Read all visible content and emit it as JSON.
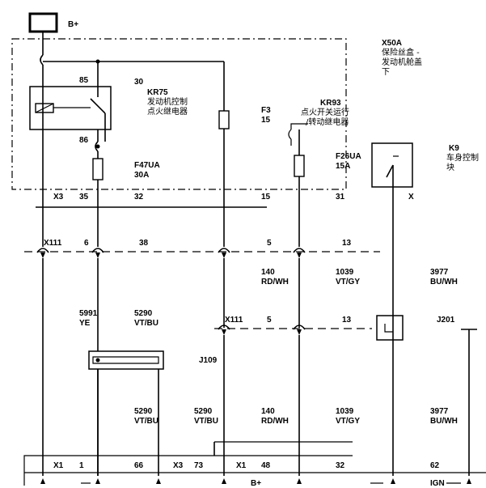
{
  "power": {
    "bplus_top": "B+",
    "bplus_bottom": "B+",
    "ign": "IGN"
  },
  "fuse_box": {
    "id": "X50A",
    "name": "保险丝盒 - 发动机舱盖下"
  },
  "relay_kr75": {
    "id": "KR75",
    "name": "发动机控制点火继电器",
    "pin_85": "85",
    "pin_30": "30",
    "pin_86": "86"
  },
  "relay_kr93": {
    "id": "KR93",
    "name": "点火开关运行/转动继电器"
  },
  "fuses": {
    "f47ua": {
      "id": "F47UA",
      "rating": "30A"
    },
    "f3": {
      "id": "F3",
      "rating": "15"
    },
    "f26ua": {
      "id": "F26UA",
      "rating": "15A"
    }
  },
  "module_k9": {
    "id": "K9",
    "name": "车身控制模块",
    "connector": "X"
  },
  "x3_top": {
    "label": "X3",
    "pins": [
      "35",
      "32",
      "15",
      "31"
    ]
  },
  "x111_a": {
    "label": "X111",
    "pins": [
      "6",
      "38",
      "5",
      "13"
    ]
  },
  "x111_b": {
    "label": "X111",
    "pins": [
      "5",
      "13"
    ]
  },
  "wires_upper": [
    {
      "circuit": "140",
      "color": "RD/WH"
    },
    {
      "circuit": "1039",
      "color": "VT/GY"
    },
    {
      "circuit": "3977",
      "color": "BU/WH"
    }
  ],
  "wires_mid": [
    {
      "circuit": "5991",
      "color": "YE"
    },
    {
      "circuit": "5290",
      "color": "VT/BU"
    }
  ],
  "wires_lower": [
    {
      "circuit": "5290",
      "color": "VT/BU"
    },
    {
      "circuit": "5290",
      "color": "VT/BU"
    },
    {
      "circuit": "140",
      "color": "RD/WH"
    },
    {
      "circuit": "1039",
      "color": "VT/GY"
    },
    {
      "circuit": "3977",
      "color": "BU/WH"
    }
  ],
  "splice": {
    "j109": "J109",
    "j201": "J201"
  },
  "bottom": {
    "x1_a": "X1",
    "pin_1": "1",
    "pin_66": "66",
    "x3": "X3",
    "pin_73": "73",
    "x1_b": "X1",
    "pin_48": "48",
    "pin_32": "32",
    "pin_62": "62"
  }
}
